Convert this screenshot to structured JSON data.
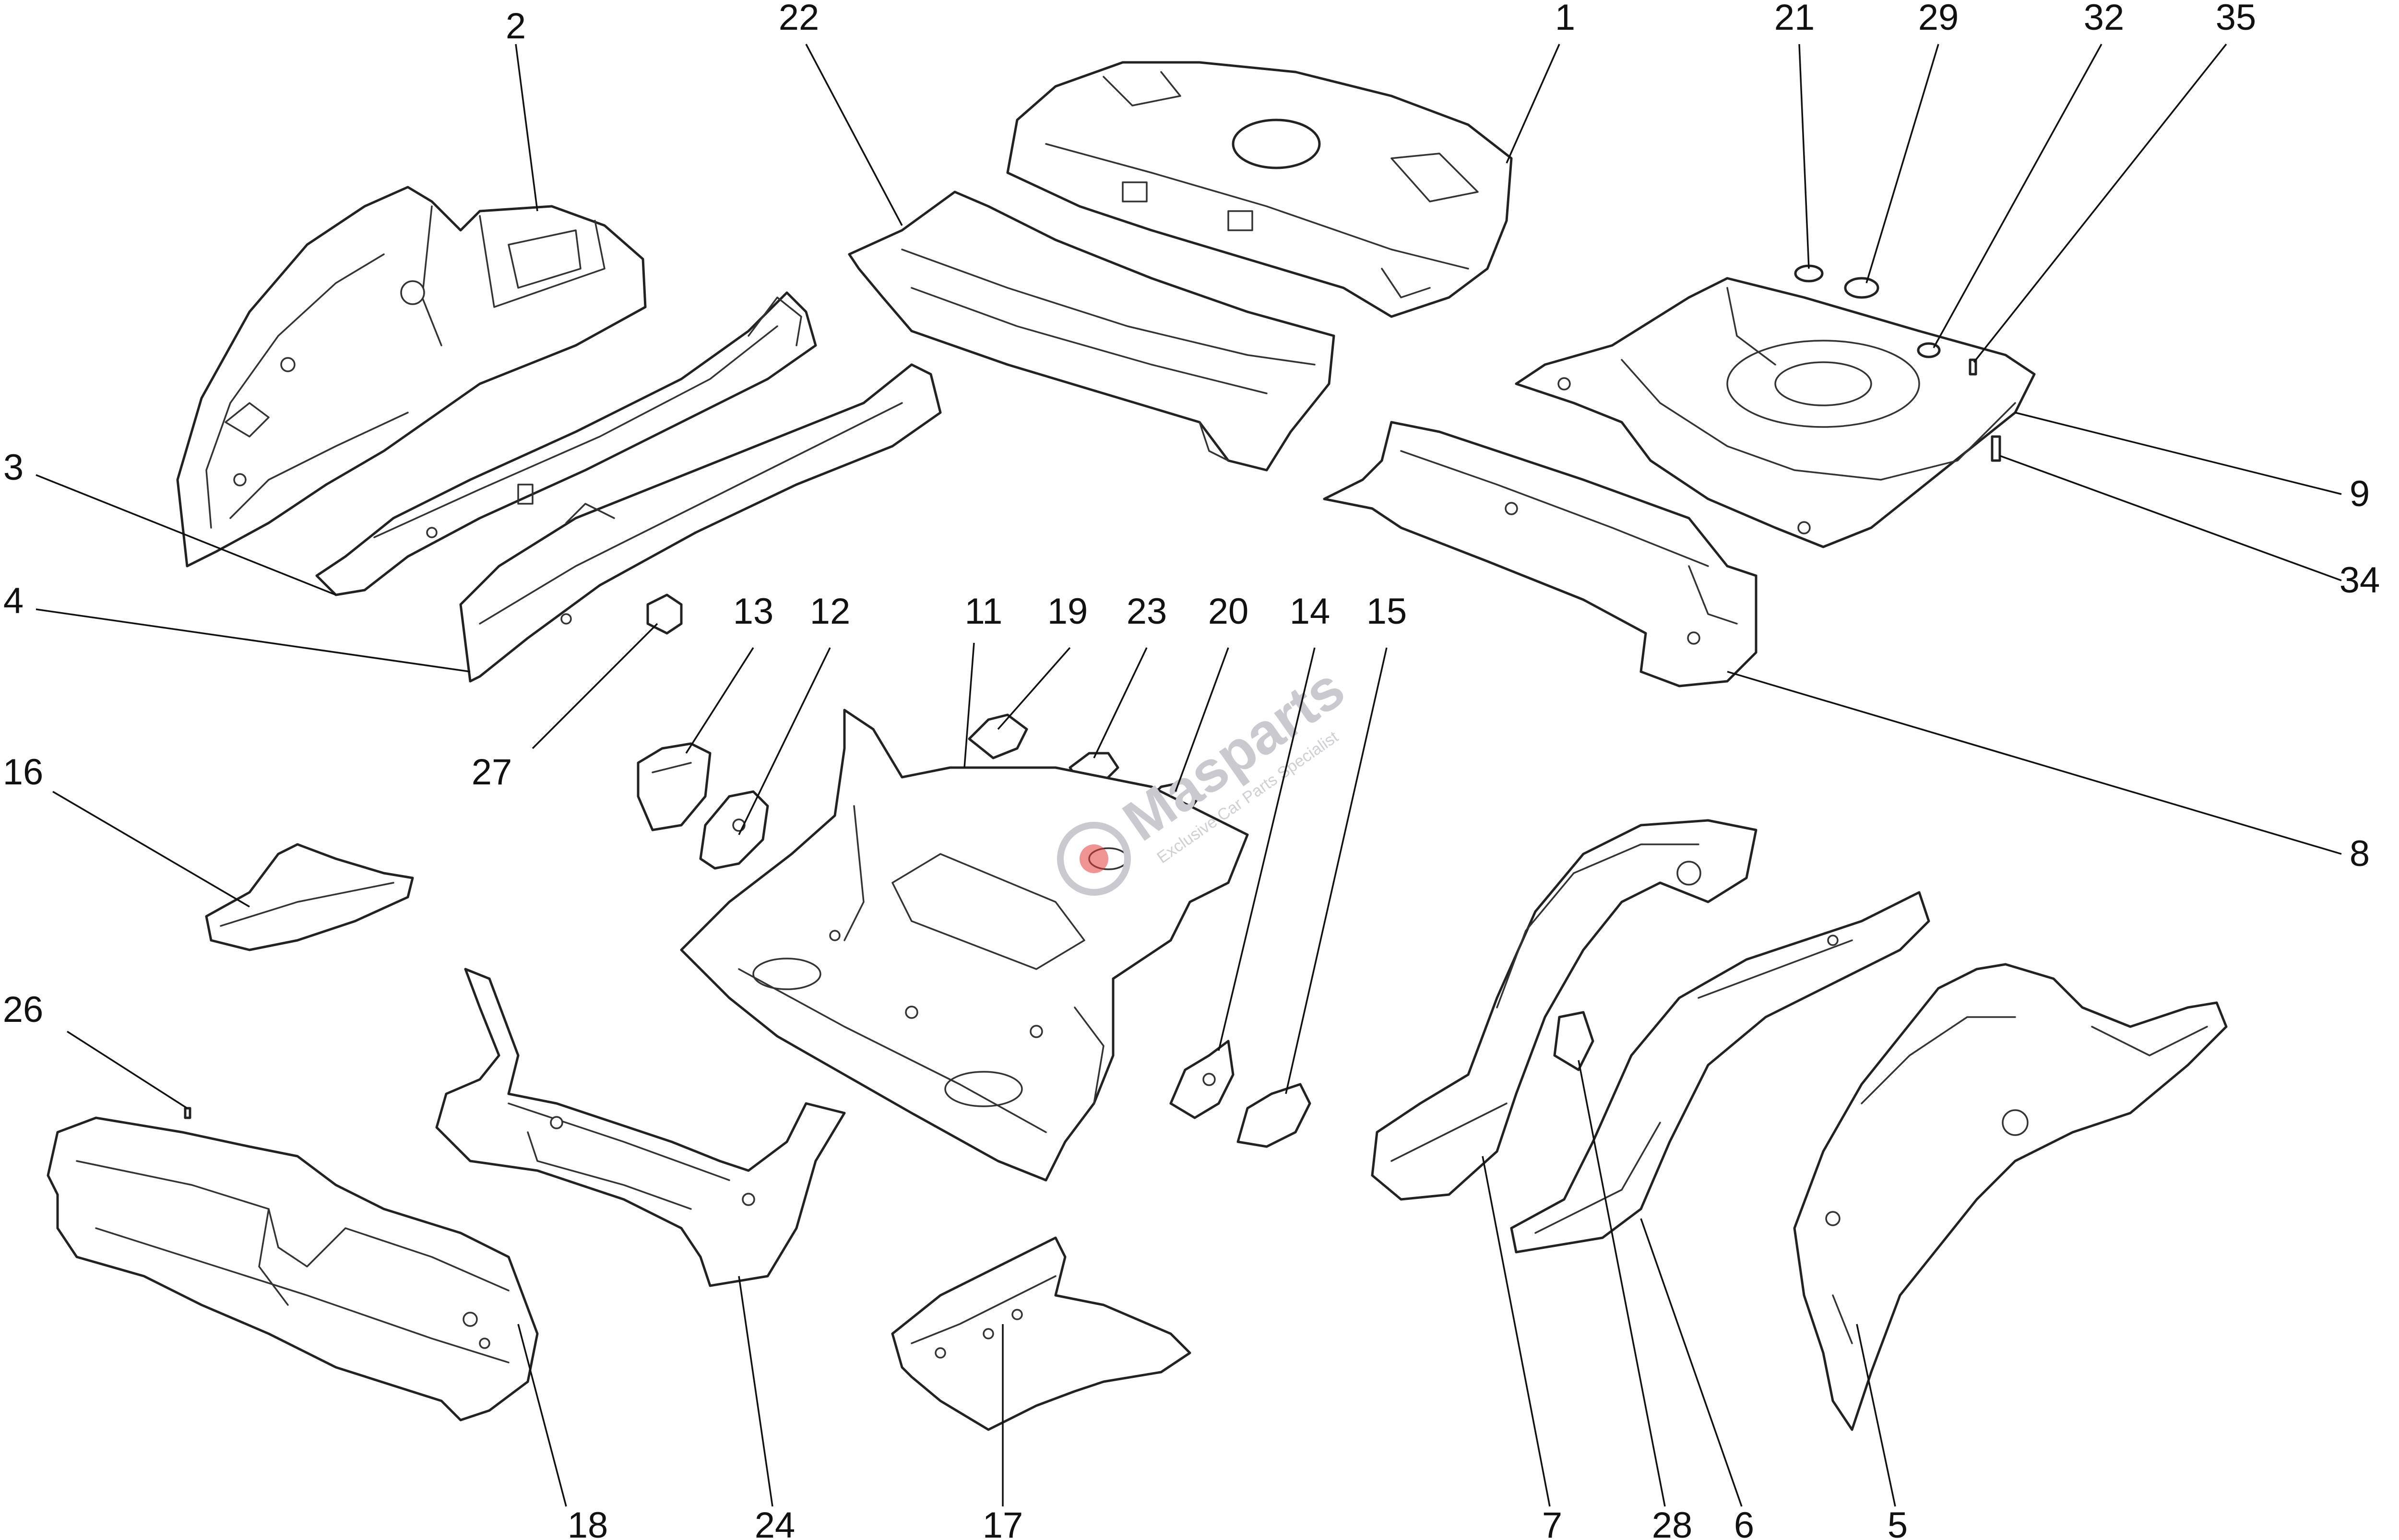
{
  "watermark": {
    "brand": "Masparts",
    "tagline": "Exclusive Car Parts Specialist",
    "brand_color": "#c9c9cf",
    "logo_accent_color": "#e23b3b"
  },
  "callouts": [
    "1",
    "2",
    "3",
    "4",
    "5",
    "6",
    "7",
    "8",
    "9",
    "11",
    "12",
    "13",
    "14",
    "15",
    "16",
    "17",
    "18",
    "19",
    "20",
    "21",
    "22",
    "23",
    "24",
    "26",
    "27",
    "28",
    "29",
    "32",
    "34",
    "35"
  ]
}
